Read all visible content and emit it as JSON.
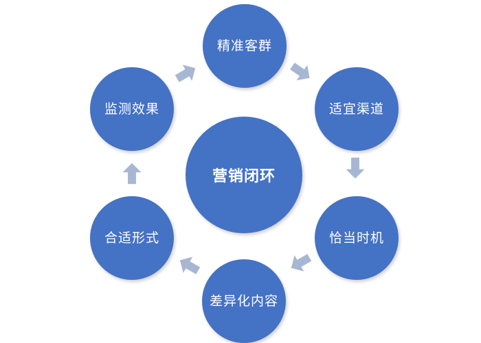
{
  "diagram": {
    "center": {
      "label": "营销闭环"
    },
    "nodes": [
      {
        "label": "精准客群"
      },
      {
        "label": "适宜渠道"
      },
      {
        "label": "恰当时机"
      },
      {
        "label": "差异化内容"
      },
      {
        "label": "合适形式"
      },
      {
        "label": "监测效果"
      }
    ],
    "colors": {
      "node_fill": "#4472c4",
      "arrow_fill": "#a7b7d3",
      "text": "#ffffff"
    }
  }
}
